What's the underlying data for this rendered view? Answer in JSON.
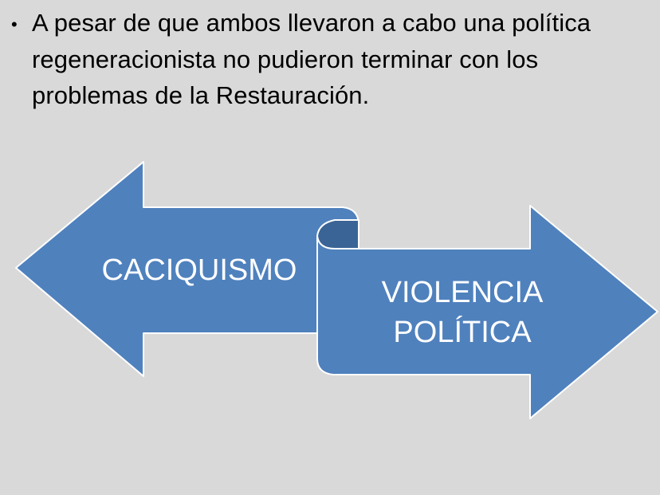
{
  "slide": {
    "bullet": {
      "marker": "•",
      "lines": [
        "A pesar de que ambos llevaron a cabo una política",
        "regeneracionista no pudieron terminar con los",
        "problemas de la Restauración."
      ]
    },
    "diagram": {
      "left_arrow_label": "CACIQUISMO",
      "right_arrow_label_line1": "VIOLENCIA",
      "right_arrow_label_line2": "POLÍTICA",
      "colors": {
        "background": "#d9d9d9",
        "arrow_fill": "#4f81bd",
        "arrow_dark": "#3b6496",
        "arrow_outline": "#ffffff",
        "text": "#ffffff"
      }
    }
  }
}
